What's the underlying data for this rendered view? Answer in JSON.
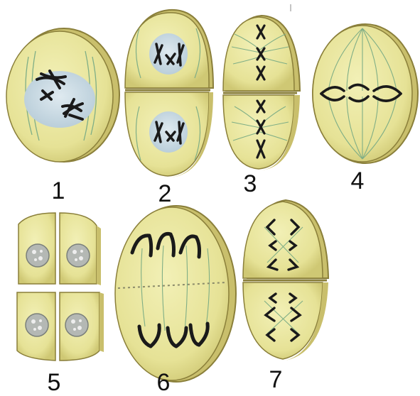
{
  "colors": {
    "cytoplasm": "#ece9a0",
    "rim": "#b5aa5a",
    "rim_dark": "#8a7f3a",
    "nucleus": "#c8dae4",
    "chromosome": "#1a1a1a",
    "spindle": "#7fae86",
    "label": "#111111"
  },
  "labels": {
    "cell1": "1",
    "cell2": "2",
    "cell3": "3",
    "cell4": "4",
    "cell5": "5",
    "cell6": "6",
    "cell7": "7"
  }
}
